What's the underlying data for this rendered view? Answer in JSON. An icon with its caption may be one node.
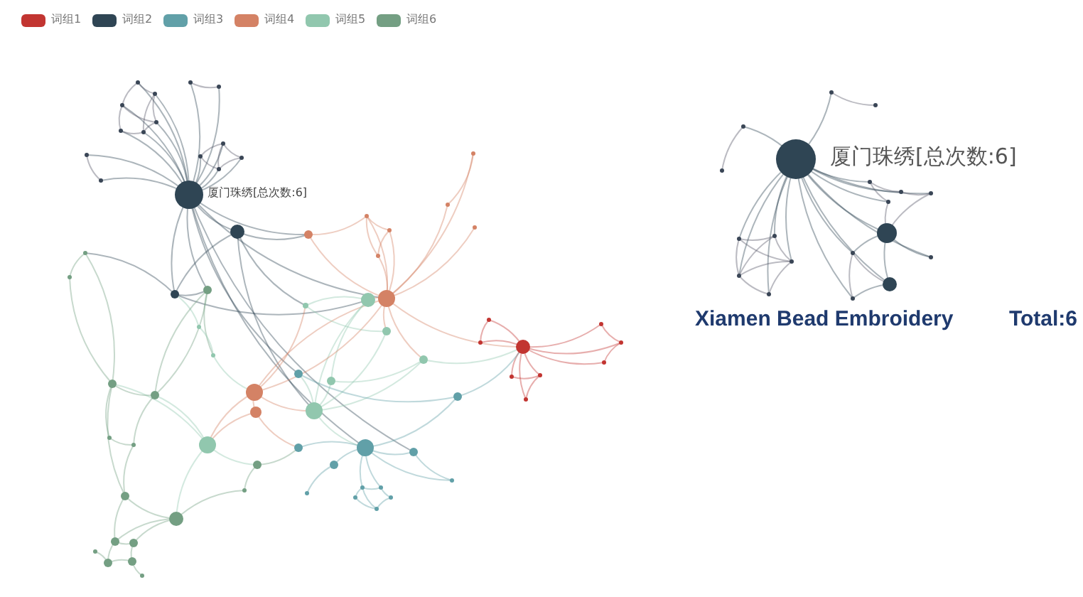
{
  "diagram": {
    "labels": [
      "厦门珠绣[总次数:6]",
      "厦门珠绣[总次数:6]",
      "Xiamen Bead Embroidery",
      "Total:6"
    ],
    "legend": [
      {
        "text": "词组1",
        "color": "#c23531"
      },
      {
        "text": "词组2",
        "color": "#2f4554"
      },
      {
        "text": "词组3",
        "color": "#61a0a8"
      },
      {
        "text": "词组4",
        "color": "#d48265"
      },
      {
        "text": "词组5",
        "color": "#91c7ae"
      },
      {
        "text": "词组6",
        "color": "#749f83"
      }
    ]
  }
}
